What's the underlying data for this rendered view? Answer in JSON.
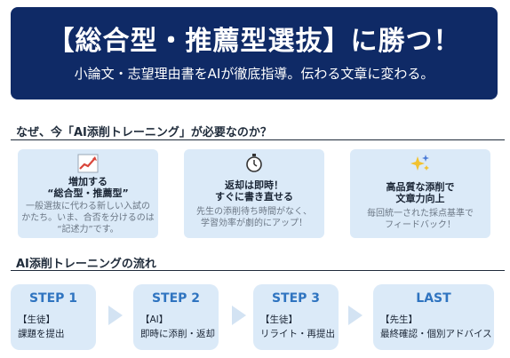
{
  "banner": {
    "title": "【総合型・推薦型選抜】に勝つ！",
    "subtitle": "小論文・志望理由書をAIが徹底指導。伝わる文章に変わる。"
  },
  "why": {
    "heading": "なぜ、今「AI添削トレーニング」が必要なのか？",
    "cards": [
      {
        "icon": "trend-chart-icon",
        "title": "増加する\n“総合型・推薦型”",
        "desc": "一般選抜に代わる新しい入試の\nかたち。いま、合否を分けるのは\n“記述力”です。"
      },
      {
        "icon": "stopwatch-icon",
        "title": "返却は即時！\nすぐに書き直せる",
        "desc": "先生の添削待ち時間がなく、\n学習効率が劇的にアップ！"
      },
      {
        "icon": "sparkles-icon",
        "title": "高品質な添削で\n文章力向上",
        "desc": "毎回統一された採点基準で\nフィードバック！"
      }
    ]
  },
  "flow": {
    "heading": "AI添削トレーニングの流れ",
    "steps": [
      {
        "title": "STEP 1",
        "desc": "【生徒】\n課題を提出"
      },
      {
        "title": "STEP 2",
        "desc": "【AI】\n即時に添削・返却"
      },
      {
        "title": "STEP 3",
        "desc": "【生徒】\nリライト・再提出"
      },
      {
        "title": "LAST",
        "desc": "【先生】\n最終確認・個別アドバイス"
      }
    ]
  },
  "colors": {
    "banner_bg": "#0f2a66",
    "card_bg": "#dbeaf8",
    "step_title": "#2f74c0",
    "accent_red": "#d9463b"
  }
}
